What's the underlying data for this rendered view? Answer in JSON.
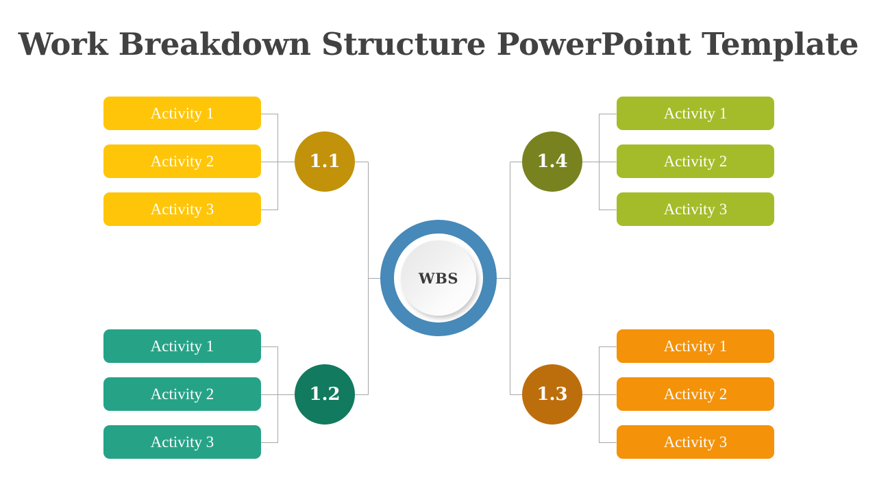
{
  "slide": {
    "title": "Work Breakdown Structure PowerPoint Template",
    "background": "#ffffff",
    "title_color": "#424242"
  },
  "center": {
    "label": "WBS",
    "ring_color": "#4789b8",
    "inner_fill": "#f2f2f2",
    "label_color": "#3a3a3a"
  },
  "connector_color": "#a6a6a6",
  "branches": [
    {
      "id": "branch-1-1",
      "node_label": "1.1",
      "node_color": "#c1920a",
      "box_color": "#ffc508",
      "side": "left",
      "position": "top",
      "activities": [
        {
          "label": "Activity 1"
        },
        {
          "label": "Activity 2"
        },
        {
          "label": "Activity 3"
        }
      ]
    },
    {
      "id": "branch-1-2",
      "node_label": "1.2",
      "node_color": "#117a5f",
      "box_color": "#26a387",
      "side": "left",
      "position": "bottom",
      "activities": [
        {
          "label": "Activity 1"
        },
        {
          "label": "Activity 2"
        },
        {
          "label": "Activity 3"
        }
      ]
    },
    {
      "id": "branch-1-3",
      "node_label": "1.3",
      "node_color": "#bd6e0c",
      "box_color": "#f4920a",
      "side": "right",
      "position": "bottom",
      "activities": [
        {
          "label": "Activity 1"
        },
        {
          "label": "Activity 2"
        },
        {
          "label": "Activity 3"
        }
      ]
    },
    {
      "id": "branch-1-4",
      "node_label": "1.4",
      "node_color": "#78821f",
      "box_color": "#a4bc2a",
      "side": "right",
      "position": "top",
      "activities": [
        {
          "label": "Activity 1"
        },
        {
          "label": "Activity 2"
        },
        {
          "label": "Activity 3"
        }
      ]
    }
  ]
}
